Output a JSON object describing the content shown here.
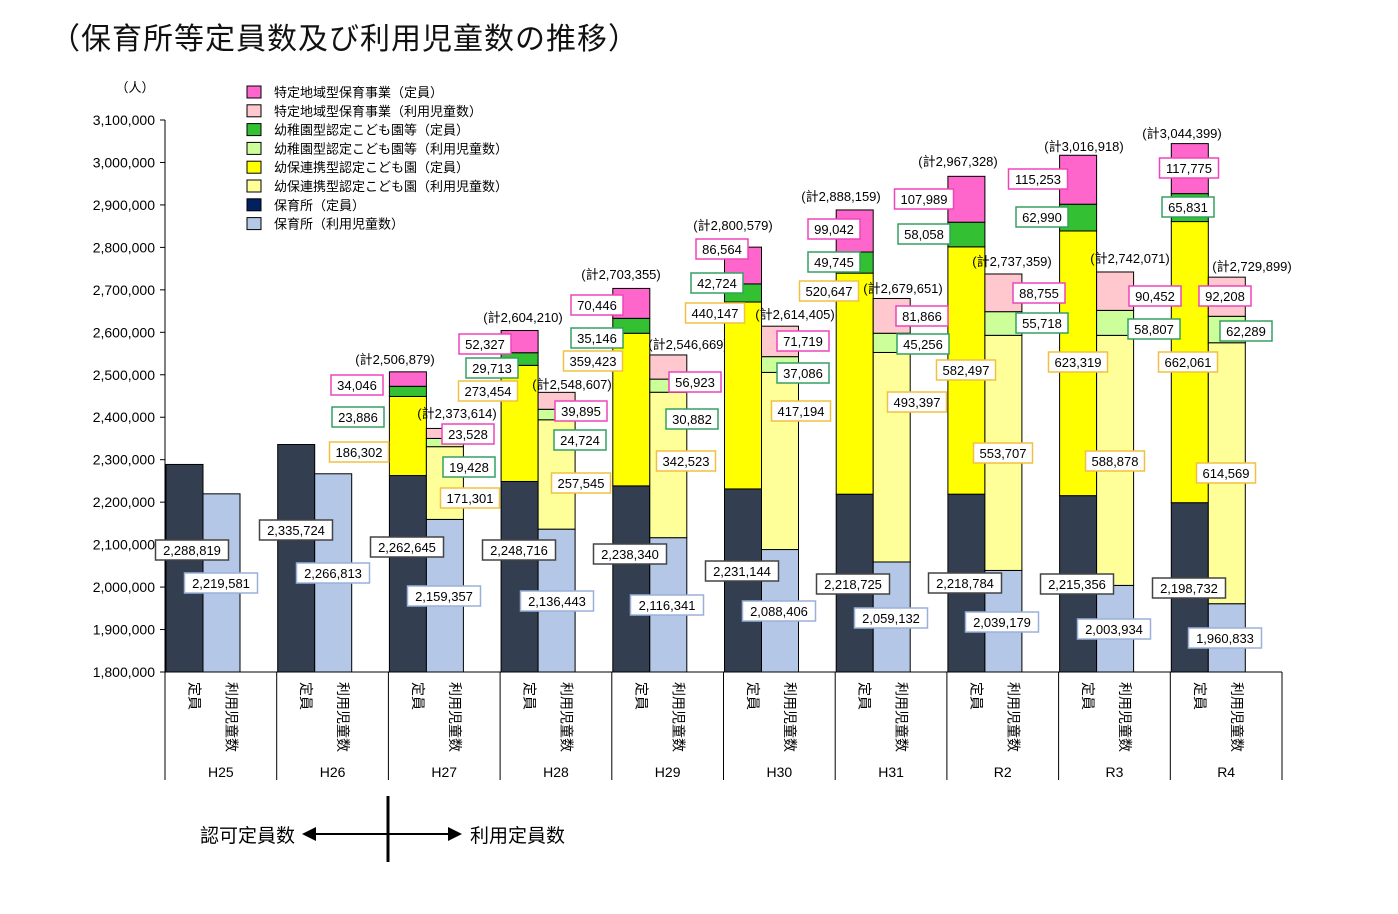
{
  "chart_data": {
    "type": "bar",
    "title": "（保育所等定員数及び利用児童数の推移）",
    "ylabel": "（人）",
    "ylim": [
      1800000,
      3100000
    ],
    "yticks": [
      "1,800,000",
      "1,900,000",
      "2,000,000",
      "2,100,000",
      "2,200,000",
      "2,300,000",
      "2,400,000",
      "2,500,000",
      "2,600,000",
      "2,700,000",
      "2,800,000",
      "2,900,000",
      "3,000,000",
      "3,100,000"
    ],
    "categories": [
      "H25",
      "H26",
      "H27",
      "H28",
      "H29",
      "H30",
      "H31",
      "R2",
      "R3",
      "R4"
    ],
    "bar_labels": [
      "定員",
      "利用児童数"
    ],
    "capacity": {
      "series": [
        {
          "name": "保育所（定員）",
          "color": "#333f50",
          "border": "#000000",
          "values": [
            2288819,
            2335724,
            2262645,
            2248716,
            2238340,
            2231144,
            2218725,
            2218784,
            2215356,
            2198732
          ],
          "labels": [
            "2,288,819",
            "2,335,724",
            "2,262,645",
            "2,248,716",
            "2,238,340",
            "2,231,144",
            "2,218,725",
            "2,218,784",
            "2,215,356",
            "2,198,732"
          ]
        },
        {
          "name": "幼保連携型認定こども園（定員）",
          "color": "#ffff00",
          "border": "#f0c040",
          "values": [
            0,
            0,
            186302,
            273454,
            359423,
            440147,
            520647,
            582497,
            623319,
            662061
          ],
          "labels": [
            "",
            "",
            "186,302",
            "273,454",
            "359,423",
            "440,147",
            "520,647",
            "582,497",
            "623,319",
            "662,061"
          ]
        },
        {
          "name": "幼稚園型認定こども園等（定員）",
          "color": "#33c133",
          "border": "#33a060",
          "values": [
            0,
            0,
            23886,
            29713,
            35146,
            42724,
            49745,
            58058,
            62990,
            65831
          ],
          "labels": [
            "",
            "",
            "23,886",
            "29,713",
            "35,146",
            "42,724",
            "49,745",
            "58,058",
            "62,990",
            "65,831"
          ]
        },
        {
          "name": "特定地域型保育事業（定員）",
          "color": "#ff66cc",
          "border": "#ee44bb",
          "values": [
            0,
            0,
            34046,
            52327,
            70446,
            86564,
            99042,
            107989,
            115253,
            117775
          ],
          "labels": [
            "",
            "",
            "34,046",
            "52,327",
            "70,446",
            "86,564",
            "99,042",
            "107,989",
            "115,253",
            "117,775"
          ]
        }
      ],
      "totals": [
        "",
        "",
        "(計2,506,879)",
        "(計2,604,210)",
        "(計2,703,355)",
        "(計2,800,579)",
        "(計2,888,159)",
        "(計2,967,328)",
        "(計3,016,918)",
        "(計3,044,399)"
      ]
    },
    "usage": {
      "series": [
        {
          "name": "保育所（利用児童数）",
          "color": "#b4c7e7",
          "border": "#9ab0d8",
          "values": [
            2219581,
            2266813,
            2159357,
            2136443,
            2116341,
            2088406,
            2059132,
            2039179,
            2003934,
            1960833
          ],
          "labels": [
            "2,219,581",
            "2,266,813",
            "2,159,357",
            "2,136,443",
            "2,116,341",
            "2,088,406",
            "2,059,132",
            "2,039,179",
            "2,003,934",
            "1,960,833"
          ]
        },
        {
          "name": "幼保連携型認定こども園（利用児童数）",
          "color": "#ffff99",
          "border": "#f0c040",
          "values": [
            0,
            0,
            171301,
            257545,
            342523,
            417194,
            493397,
            553707,
            588878,
            614569
          ],
          "labels": [
            "",
            "",
            "171,301",
            "257,545",
            "342,523",
            "417,194",
            "493,397",
            "553,707",
            "588,878",
            "614,569"
          ]
        },
        {
          "name": "幼稚園型認定こども園等（利用児童数）",
          "color": "#ccff99",
          "border": "#33a060",
          "values": [
            0,
            0,
            19428,
            24724,
            30882,
            37086,
            45256,
            55718,
            58807,
            62289
          ],
          "labels": [
            "",
            "",
            "19,428",
            "24,724",
            "30,882",
            "37,086",
            "45,256",
            "55,718",
            "58,807",
            "62,289"
          ]
        },
        {
          "name": "特定地域型保育事業（利用児童数）",
          "color": "#ffc7ce",
          "border": "#ee44bb",
          "values": [
            0,
            0,
            23528,
            39895,
            56923,
            71719,
            81866,
            88755,
            90452,
            92208
          ],
          "labels": [
            "",
            "",
            "23,528",
            "39,895",
            "56,923",
            "71,719",
            "81,866",
            "88,755",
            "90,452",
            "92,208"
          ]
        }
      ],
      "totals": [
        "",
        "",
        "(計2,373,614)",
        "(計2,548,607)",
        "(計2,546,669)",
        "(計2,614,405)",
        "(計2,679,651)",
        "(計2,737,359)",
        "(計2,742,071)",
        "(計2,729,899)"
      ]
    },
    "legend": [
      {
        "label": "特定地域型保育事業（定員）",
        "color": "#ff66cc"
      },
      {
        "label": "特定地域型保育事業（利用児童数）",
        "color": "#ffc7ce"
      },
      {
        "label": "幼稚園型認定こども園等（定員）",
        "color": "#33c133"
      },
      {
        "label": "幼稚園型認定こども園等（利用児童数）",
        "color": "#ccff99"
      },
      {
        "label": "幼保連携型認定こども園（定員）",
        "color": "#ffff00"
      },
      {
        "label": "幼保連携型認定こども園（利用児童数）",
        "color": "#ffff99"
      },
      {
        "label": "保育所（定員）",
        "color": "#002060"
      },
      {
        "label": "保育所（利用児童数）",
        "color": "#b4c7e7"
      }
    ],
    "legend_position": "top-left",
    "annotation": {
      "left": "認可定員数",
      "right": "利用定員数"
    }
  }
}
